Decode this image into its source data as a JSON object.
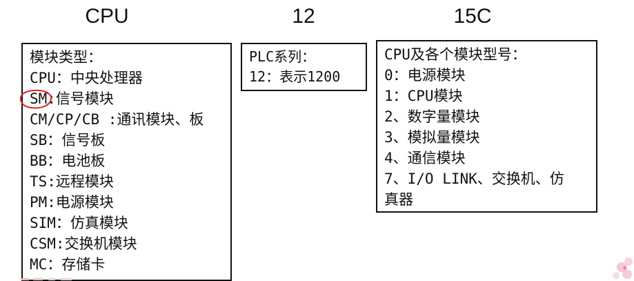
{
  "headings": {
    "cpu": "CPU",
    "twelve": "12",
    "fifteen_c": "15C"
  },
  "module_types_box": {
    "lines": [
      "模块类型：",
      "CPU：中央处理器",
      "SM:信号模块",
      "CM/CP/CB :通讯模块、板",
      "SB：信号板",
      "BB：电池板",
      "TS:远程模块",
      "PM:电源模块",
      "SIM：仿真模块",
      "CSM:交换机模块",
      "MC：存储卡"
    ]
  },
  "plc_series_box": {
    "lines": [
      "PLC系列：",
      "12：表示1200"
    ]
  },
  "module_models_box": {
    "lines": [
      "CPU及各个模块型号：",
      "0：电源模块",
      "1：CPU模块",
      "2、数字量模块",
      "3、模拟量模块",
      "4、通信模块",
      "7、I/O LINK、交换机、仿",
      "真器"
    ]
  },
  "colors": {
    "annotation_red": "#e02020",
    "border": "#111111",
    "flower_pink": "#f2b8c6"
  }
}
